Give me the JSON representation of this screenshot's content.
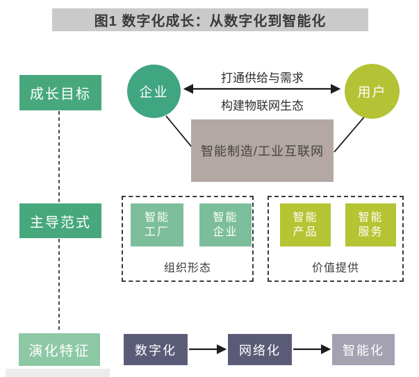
{
  "title": "图1  数字化成长：从数字化到智能化",
  "rows": {
    "growth_goal": "成长目标",
    "dominant_paradigm": "主导范式",
    "evolution_traits": "演化特征"
  },
  "growth": {
    "enterprise": "企业",
    "user": "用户",
    "arrow_label_top": "打通供给与需求",
    "arrow_label_bottom": "构建物联网生态",
    "platform": "智能制造/工业互联网"
  },
  "paradigm": {
    "org_group": {
      "caption": "组织形态",
      "items": [
        {
          "line1": "智能",
          "line2": "工厂"
        },
        {
          "line1": "智能",
          "line2": "企业"
        }
      ]
    },
    "value_group": {
      "caption": "价值提供",
      "items": [
        {
          "line1": "智能",
          "line2": "产品"
        },
        {
          "line1": "智能",
          "line2": "服务"
        }
      ]
    }
  },
  "evolution": {
    "stages": [
      "数字化",
      "网络化",
      "智能化"
    ]
  },
  "colors": {
    "title_bar_bg": "#cacaca",
    "row_label_green": "#48a87d",
    "row_label_light_green": "#8dc8a5",
    "enterprise_circle": "#40a581",
    "user_circle": "#b4c235",
    "chip_green": "#7cbe9b",
    "chip_yellow": "#b4c433",
    "platform_taupe": "#b3a8a4",
    "stage_dark_slate": "#5a5c77",
    "stage_light_mauve": "#a4a2b1",
    "line_black": "#1d1d1d"
  }
}
